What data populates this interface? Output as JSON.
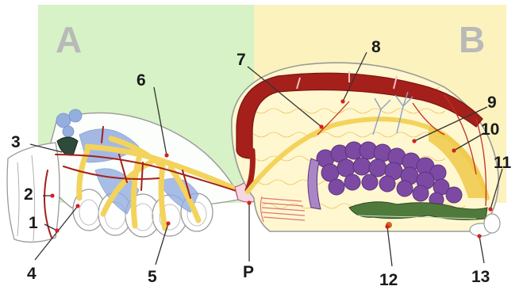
{
  "regions": [
    {
      "key": "A",
      "label": "A",
      "color": "#d6f2c6"
    },
    {
      "key": "B",
      "label": "B",
      "color": "#fbf2bd"
    }
  ],
  "labels": [
    "1",
    "2",
    "3",
    "4",
    "5",
    "6",
    "7",
    "8",
    "9",
    "10",
    "11",
    "12",
    "13",
    "P"
  ],
  "colors": {
    "heart": "#a5201b",
    "heart_dark": "#7a1410",
    "ovary": "#7d4aa3",
    "ovary_dark": "#5d3280",
    "nerve": "#f3d35c",
    "tissue_line": "#e8b94a",
    "muscle": "#94aee0",
    "gut": "#4f7a3c",
    "outline": "#9a9a9a",
    "leader": "#333333",
    "pin": "#d42020"
  }
}
